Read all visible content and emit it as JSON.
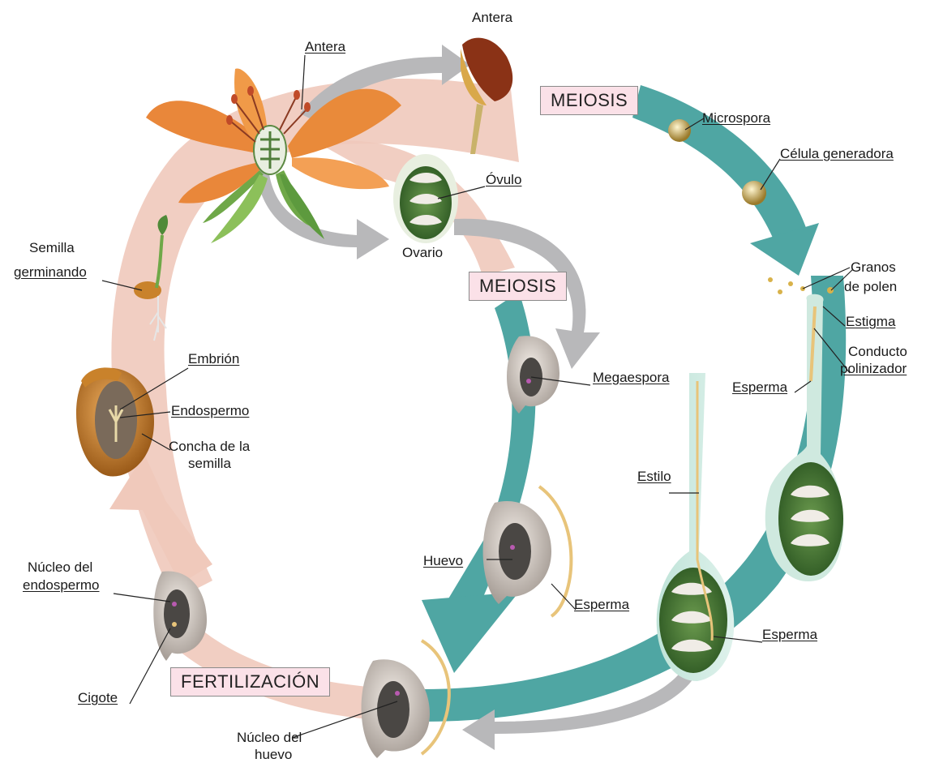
{
  "stages": {
    "meiosis_top": "MEIOSIS",
    "meiosis_middle": "MEIOSIS",
    "fertilization": "FERTILIZACIÓN"
  },
  "labels": {
    "antera_flower": "Antera",
    "antera_top": "Antera",
    "microspora": "Microspora",
    "celula_generadora": "Célula generadora",
    "granos_line1": "Granos",
    "granos_line2": "de polen",
    "estigma": "Estigma",
    "conducto_line1": "Conducto",
    "conducto_line2": "polinizador",
    "esperma_right": "Esperma",
    "ovulo": "Óvulo",
    "ovario": "Ovario",
    "megaespora": "Megaespora",
    "estilo": "Estilo",
    "huevo": "Huevo",
    "esperma_mid": "Esperma",
    "esperma_bottom": "Esperma",
    "semilla_line1": "Semilla",
    "semilla_line2": "germinando",
    "embrion": "Embrión",
    "endospermo": "Endospermo",
    "concha_line1": "Concha de la",
    "concha_line2": "semilla",
    "nucleo_endo_line1": "Núcleo del",
    "nucleo_endo_line2": "endospermo",
    "cigote": "Cigote",
    "nucleo_huevo_line1": "Núcleo del",
    "nucleo_huevo_line2": "huevo"
  },
  "colors": {
    "pink_cycle": "#f0c9bb",
    "teal_cycle": "#4fa6a3",
    "grey_arrow": "#b8b8ba",
    "stage_box": "#fbe1e8",
    "ovule_green": "#4f7d3a",
    "seed_orange": "#c9822b"
  }
}
